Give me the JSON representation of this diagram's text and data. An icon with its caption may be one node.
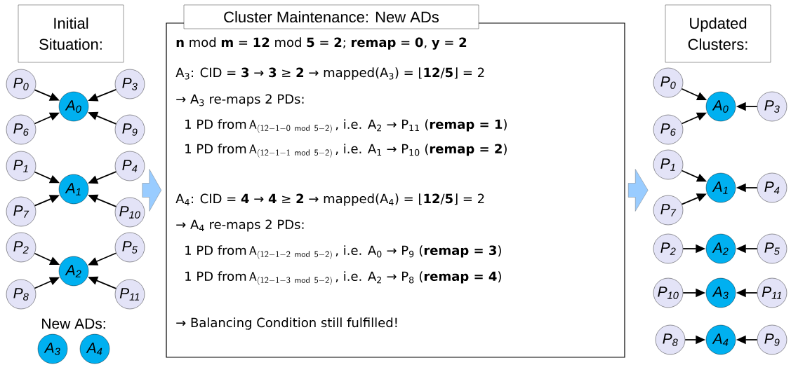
{
  "diagram": {
    "nodes": [
      {
        "text": [
          "Initial Situation:"
        ]
      },
      {
        "text": [
          "P$_{0}$"
        ]
      },
      {
        "text": [
          "P$_{3}$"
        ]
      },
      {
        "text": [
          "A$_{0}$"
        ]
      },
      {
        "text": [
          "P$_{6}$"
        ]
      },
      {
        "text": [
          "P$_{9}$"
        ]
      },
      {
        "text": [
          "P$_{1}$"
        ]
      },
      {
        "text": [
          "P$_{4}$"
        ]
      },
      {
        "text": [
          "A$_{1}$"
        ]
      },
      {
        "text": [
          "P$_{7}$"
        ]
      },
      {
        "text": [
          "P$_{10}$"
        ]
      },
      {
        "text": [
          "P$_{2}$"
        ]
      },
      {
        "text": [
          "P$_{5}$"
        ]
      },
      {
        "text": [
          "A$_{2}$"
        ]
      },
      {
        "text": [
          "P$_{8}$"
        ]
      },
      {
        "text": [
          "P$_{11}$"
        ]
      },
      {
        "text": [
          "A$_{3}$"
        ]
      },
      {
        "text": [
          "A$_{4}$"
        ]
      },
      {
        "text": [
          "Cluster Maintenance: New ADs",
          "**n** mod **m** = **12** mod **5** = **2**; **remap** = **0**, **y** = **2**",
          "A$_{3}$: CID = **3** → **3** ≥ **2** → mapped(A$_{3}$) = ⌊**12**/**5**⌋ = 2",
          "→ A$_{3}$ re-maps 2 PDs:",
          "1 PD from",
          "\\mathsf{A}_{(\\mathsf{12-1-0\\ mod\\ 5-2})}",
          ", i.e. A$_{2}$ → P$_{11}$ (**remap = 1**)",
          "1 PD from",
          "\\mathsf{A}_{(\\mathsf{12-1-1\\ mod\\ 5-2})}",
          ", i.e. A$_{1}$ → P$_{10}$ (**remap = 2**)",
          "A$_{4}$: CID = **4** → **4** ≥ **2** → mapped(A$_{4}$) = ⌊**12**/**5**⌋ = 2",
          "→ A$_{4}$ re-maps 2 PDs:",
          "1 PD from",
          "\\mathsf{A}_{(\\mathsf{12-1-2\\ mod\\ 5-2})}",
          ", i.e. A$_{0}$ → P$_{9}$ (**remap = 3**)",
          "1 PD from",
          "\\mathsf{A}_{(\\mathsf{12-1-3\\ mod\\ 5-2})}",
          ", i.e. A$_{2}$ → P$_{8}$ (**remap = 4**)",
          "→ Balancing Condition still fulfilled!"
        ]
      },
      {
        "text": [
          "Updated Clusters:"
        ]
      },
      {
        "text": [
          "P$_{0}$"
        ]
      },
      {
        "text": [
          "A$_{0}$"
        ]
      },
      {
        "text": [
          "P$_{3}$"
        ]
      },
      {
        "text": [
          "P$_{6}$"
        ]
      },
      {
        "text": [
          "P$_{1}$"
        ]
      },
      {
        "text": [
          "A$_{1}$"
        ]
      },
      {
        "text": [
          "P$_{4}$"
        ]
      },
      {
        "text": [
          "P$_{7}$"
        ]
      },
      {
        "text": [
          "P$_{2}$"
        ]
      },
      {
        "text": [
          "A$_{2}$"
        ]
      },
      {
        "text": [
          "P$_{5}$"
        ]
      },
      {
        "text": [
          "P$_{10}$"
        ]
      },
      {
        "text": [
          "A$_{3}$"
        ]
      },
      {
        "text": [
          "P$_{11}$"
        ]
      },
      {
        "text": [
          "P$_{8}$"
        ]
      },
      {
        "text": [
          "A$_{4}$"
        ]
      },
      {
        "text": [
          "P$_{9}$"
        ]
      }
    ],
    "edges": [
      {
        "from": null,
        "to": 18,
        "arrow": "to"
      },
      {
        "from": 18,
        "to": null,
        "arrow": "to"
      },
      {
        "from": 1,
        "to": 3,
        "arrow": "to"
      },
      {
        "from": 2,
        "to": 3,
        "arrow": "to"
      },
      {
        "from": 4,
        "to": 3,
        "arrow": "to"
      },
      {
        "from": 5,
        "to": 3,
        "arrow": "to"
      },
      {
        "from": 6,
        "to": 8,
        "arrow": "to"
      },
      {
        "from": 7,
        "to": 8,
        "arrow": "to"
      },
      {
        "from": 9,
        "to": 8,
        "arrow": "to"
      },
      {
        "from": 10,
        "to": 8,
        "arrow": "to"
      },
      {
        "from": 11,
        "to": 13,
        "arrow": "to"
      },
      {
        "from": 12,
        "to": 13,
        "arrow": "to"
      },
      {
        "from": 14,
        "to": 13,
        "arrow": "to"
      },
      {
        "from": 15,
        "to": 13,
        "arrow": "to"
      },
      {
        "from": 20,
        "to": 21,
        "arrow": "to"
      },
      {
        "from": 22,
        "to": 21,
        "arrow": "to"
      },
      {
        "from": 23,
        "to": 21,
        "arrow": "to"
      },
      {
        "from": 24,
        "to": 25,
        "arrow": "to"
      },
      {
        "from": 26,
        "to": 25,
        "arrow": "to"
      },
      {
        "from": 27,
        "to": 25,
        "arrow": "to"
      },
      {
        "from": 28,
        "to": 29,
        "arrow": "to"
      },
      {
        "from": 30,
        "to": 29,
        "arrow": "to"
      },
      {
        "from": 31,
        "to": 32,
        "arrow": "to"
      },
      {
        "from": 33,
        "to": 32,
        "arrow": "to"
      },
      {
        "from": 34,
        "to": 35,
        "arrow": "to"
      },
      {
        "from": 36,
        "to": 35,
        "arrow": "to"
      }
    ],
    "labels": [
      "New ADs:"
    ]
  }
}
